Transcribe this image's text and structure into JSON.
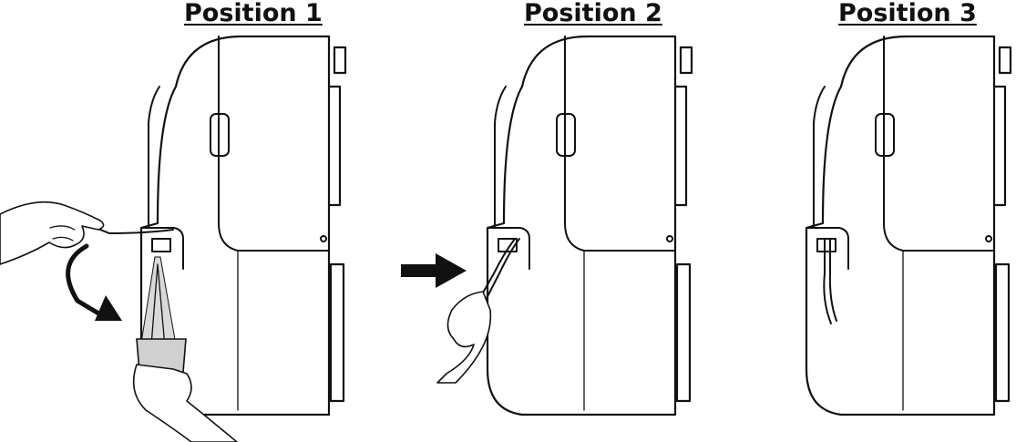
{
  "positions": [
    {
      "label": "Position 1"
    },
    {
      "label": "Position 2"
    },
    {
      "label": "Position 3"
    }
  ]
}
